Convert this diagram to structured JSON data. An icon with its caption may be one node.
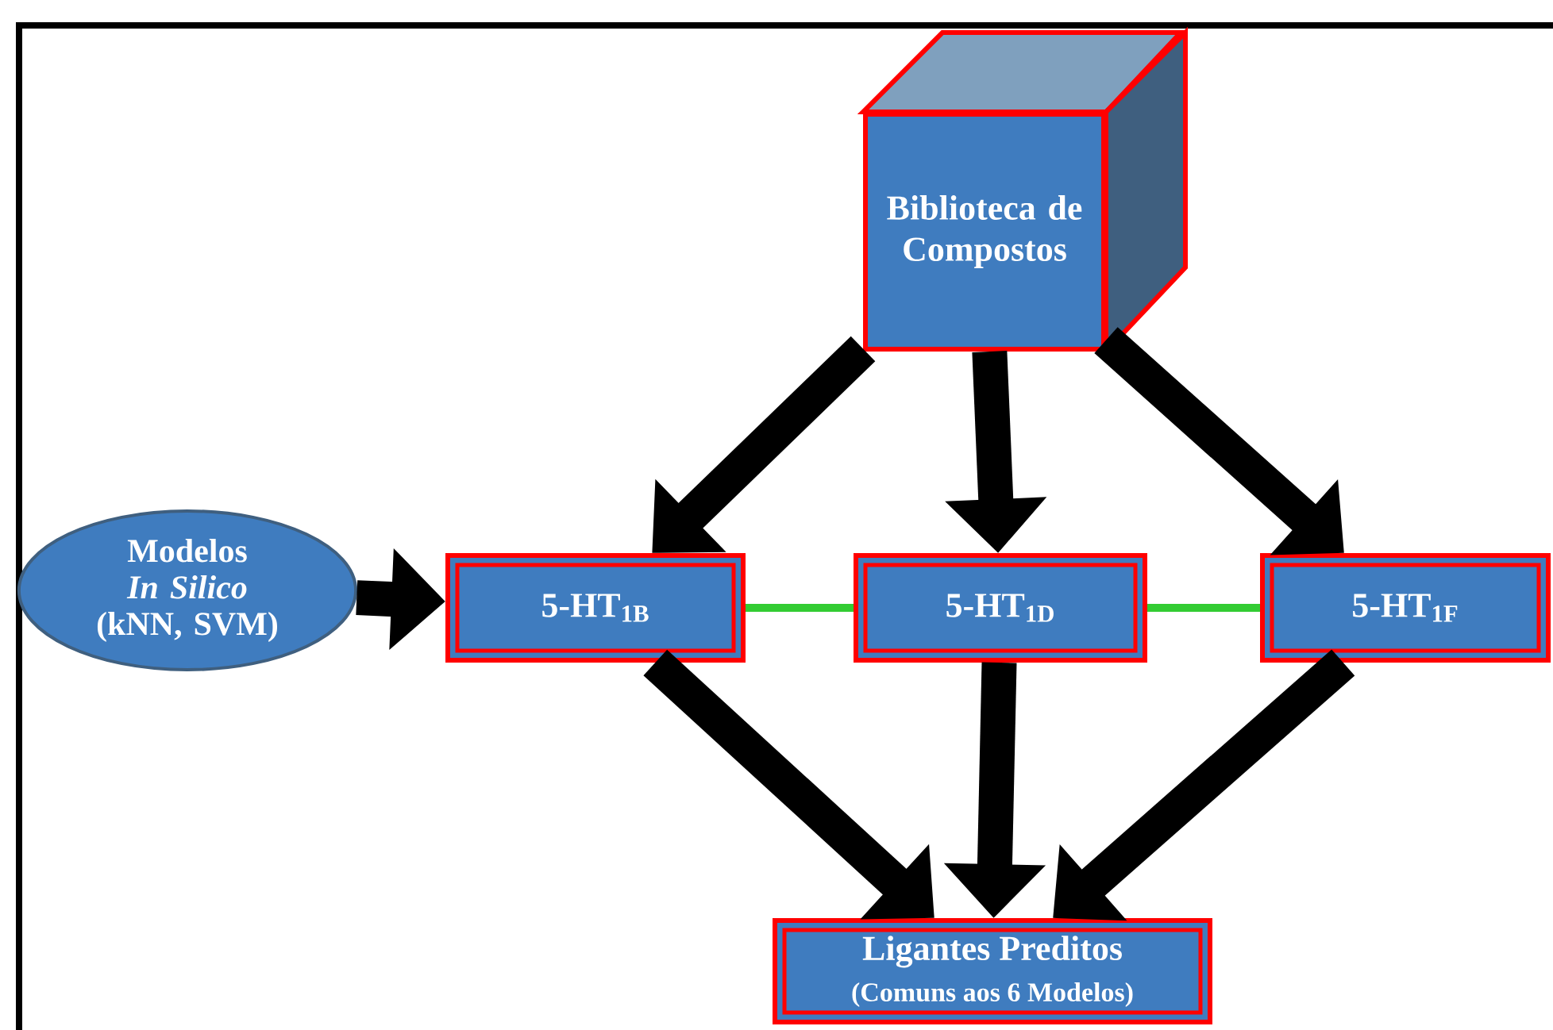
{
  "diagram": {
    "nodes": [
      {
        "text": [
          "Biblioteca de Compostos"
        ]
      },
      {
        "text": [
          "Modelos *In Silico* (kNN, SVM)"
        ]
      },
      {
        "text": [
          "5-HT$_{1B}$"
        ]
      },
      {
        "text": [
          "5-HT$_{1D}$"
        ]
      },
      {
        "text": [
          "5-HT$_{1F}$"
        ]
      },
      {
        "text": [
          "Ligantes Preditos",
          "(Comuns aos 6 Modelos)"
        ]
      }
    ],
    "edges": [
      {
        "from": 0,
        "to": 2,
        "arrow": "to"
      },
      {
        "from": 0,
        "to": 3,
        "arrow": "to"
      },
      {
        "from": 0,
        "to": 4,
        "arrow": "to"
      },
      {
        "from": 1,
        "to": 2,
        "arrow": "to"
      },
      {
        "from": 2,
        "to": 3,
        "arrow": "none",
        "color": "#33cc33"
      },
      {
        "from": 3,
        "to": 4,
        "arrow": "none",
        "color": "#33cc33"
      },
      {
        "from": 2,
        "to": 5,
        "arrow": "to"
      },
      {
        "from": 3,
        "to": 5,
        "arrow": "to"
      },
      {
        "from": 4,
        "to": 5,
        "arrow": "to"
      }
    ]
  }
}
